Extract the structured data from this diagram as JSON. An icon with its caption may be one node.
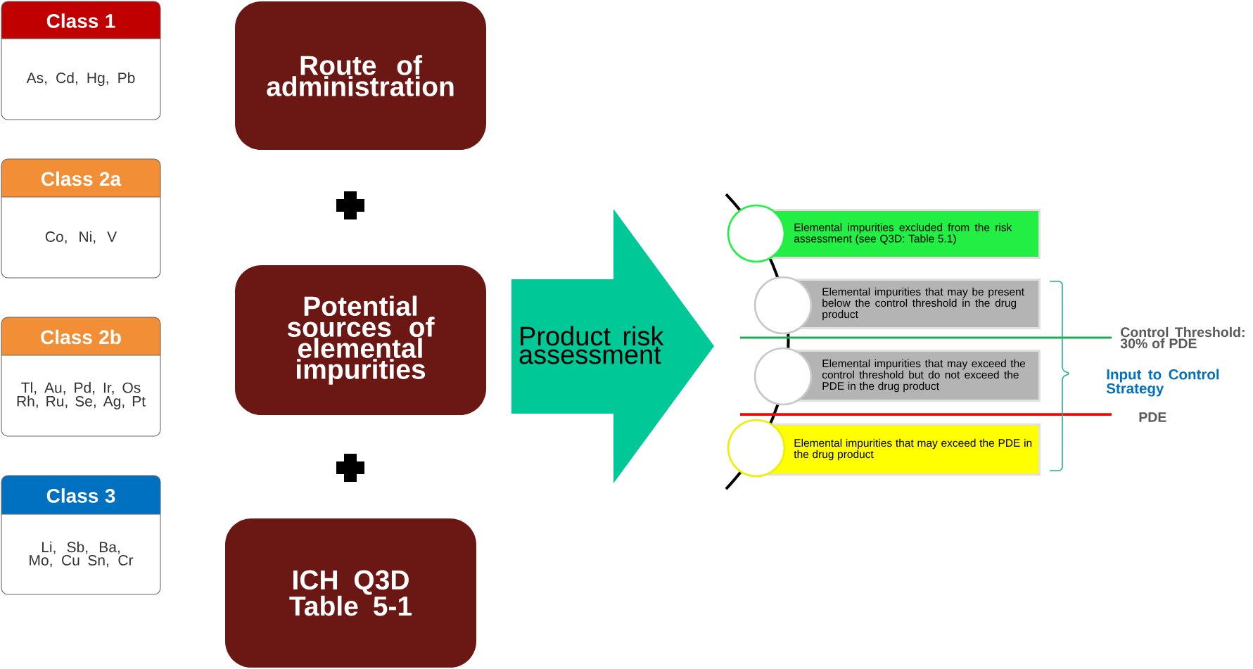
{
  "diagram": {
    "nodes": [
      {
        "text": [
          "Class 1",
          "As, Cd, Hg, Pb"
        ]
      },
      {
        "text": [
          "Class 2a",
          "Co, Ni, V"
        ]
      },
      {
        "text": [
          "Class 2b",
          "Tl, Au, Pd, Ir, Os Rh, Ru, Se, Ag, Pt"
        ]
      },
      {
        "text": [
          "Class 3",
          "Li, Sb, Ba, Mo, Cu Sn, Cr"
        ]
      },
      {
        "text": [
          "Route of administration"
        ]
      },
      {
        "text": [
          "Potential sources of elemental impurities"
        ]
      },
      {
        "text": [
          "ICH Q3D Table 5-1"
        ]
      },
      {
        "text": [
          "Product risk assessment"
        ]
      },
      {
        "text": [
          "Elemental impurities excluded from the risk assessment (see Q3D: Table 5.1)"
        ]
      },
      {
        "text": [
          "Elemental impurities that may be present below the control threshold in the drug product"
        ]
      },
      {
        "text": [
          "Elemental impurities that may exceed the control threshold but do not exceed the PDE in the drug product"
        ]
      },
      {
        "text": [
          "Elemental impurities that may exceed the PDE in the drug product"
        ]
      }
    ],
    "labels": [
      "Control Threshold: 30% of PDE",
      "Input to Control Strategy",
      "PDE"
    ]
  }
}
